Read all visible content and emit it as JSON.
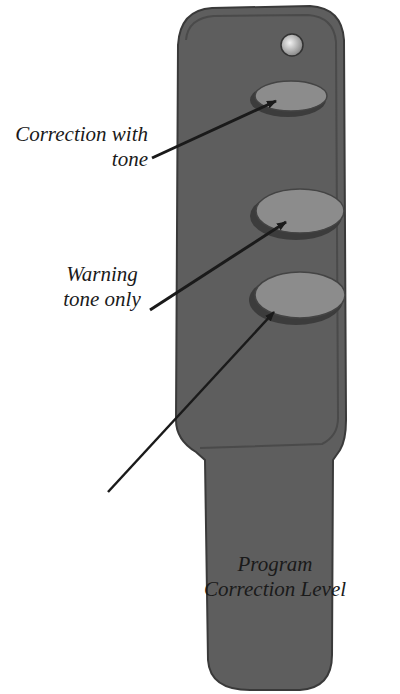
{
  "diagram": {
    "labels": [
      "Correction with tone",
      "Warning tone only",
      "Program Correction Level"
    ]
  }
}
